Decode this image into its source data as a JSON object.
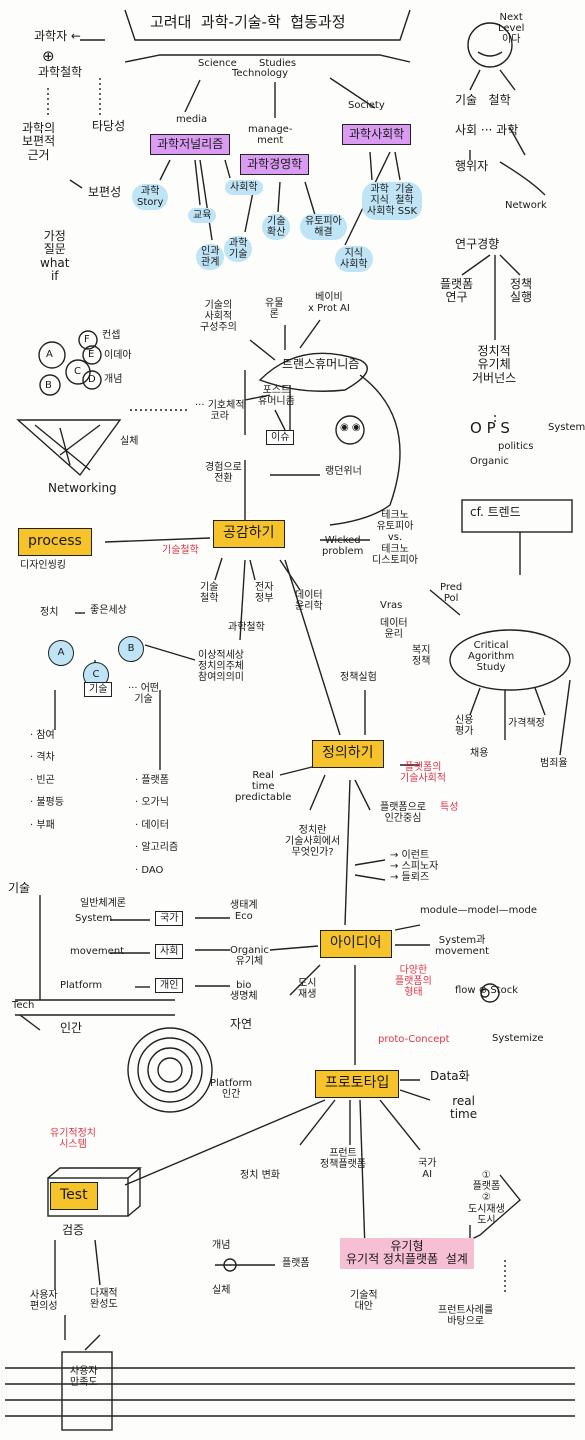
{
  "header": {
    "title": "고려대  과학-기술-학  협동과정",
    "sts_line1": "Science       Studies",
    "sts_line2": "Technology"
  },
  "nodes": {
    "scientist": "과학자 ←",
    "plus_symbol": "⊕",
    "philosophy_of_science": "과학철학",
    "validity": "타당성",
    "rational_basis": "과학의\n보편적\n근거",
    "universality": "보편성",
    "hypothesis": "가정\n질문\nwhat\nif",
    "next_level": "Next\nLevel\n이다",
    "tech_philosophy": "기술   철학",
    "society_science": "사회 ··· 과학",
    "scientist_right": "행위자",
    "network": "Network"
  },
  "branches": {
    "media": {
      "label": "media",
      "node": "과학저널리즘",
      "items": [
        "과학\nStory",
        "교육",
        "사회학",
        "인과\n관계"
      ]
    },
    "management": {
      "label": "manage-\nment",
      "node": "과학경영학",
      "items": [
        "과학\n기술",
        "기술\n확산",
        "유토피아\n해결"
      ]
    },
    "society": {
      "label": "Society",
      "node": "과학사회학",
      "items": [
        "과학  기술\n지식  철학\n사회학 SSK",
        "지식\n사회학"
      ]
    }
  },
  "research": {
    "title": "연구경향",
    "platform": "플랫폼\n연구",
    "policy": "정책\n실행",
    "governance": "정치적\n유기체\n거버넌스",
    "ops": "O P S",
    "system": "System",
    "politics": "politics",
    "organic": "Organic"
  },
  "concepts": {
    "a": "A",
    "f": "F",
    "e": "E",
    "b": "B",
    "c": "C",
    "d": "D",
    "concept": "컨셉",
    "idea": "이데아",
    "concept_b": "개념",
    "entity": "실체",
    "networking": "Networking",
    "chora": "··· 기호체적\n코라"
  },
  "tree": {
    "social_constructivism": "기술의\n사회적\n구성주의",
    "materialism": "유물\n론",
    "protagoras": "베이비\nx Prot AI",
    "transhumanism": "트랜스휴머니즘",
    "posthumanism": "포스트\n휴머니즘",
    "issue": "이슈",
    "experience_shift": "경험으로\n전환",
    "langdon_winner": "랭던위너",
    "face_icon": "◉ ◉"
  },
  "process": {
    "label": "process",
    "design_thinking": "디자인씽킹",
    "empathize": "공감하기",
    "tech_society": "기술철학",
    "wicked_problem": "Wicked\nproblem",
    "tech_philosophy": "기술\n철학",
    "electronic_gov": "전자\n정부",
    "data_ethics": "데이터\n윤리학",
    "philosophy_of_science": "과학철학"
  },
  "trend": {
    "techno_utopia": "테크노\n유토피아\nvs.\n테크노\n디스토피아",
    "label": "cf. 트렌드",
    "predpol": "Pred\nPol",
    "vras": "Vras",
    "data_ownership": "데이터\n윤리",
    "welfare_policy": "복지\n정책",
    "critical_algorithm": "Critical\nAgorithm\nStudy",
    "credit_rating": "신용\n평가",
    "price_setting": "가격책정",
    "crime_prediction": "범죄율",
    "hiring": "채용"
  },
  "politics": {
    "politics": "정치",
    "better_world": "좋은세상",
    "a": "A",
    "c": "C",
    "b": "B",
    "technology": "기술",
    "what_technology": "··· 어떤\n기술",
    "ideal_world": "이상적세상\n정치의주체\n참여의의미",
    "values": "· 참여\n\n· 격차\n\n· 빈곤\n\n· 불평등\n\n· 부패",
    "components": "· 플랫폼\n\n· 오가닉\n\n· 데이터\n\n· 알고리즘\n\n· DAO"
  },
  "define": {
    "policy_experiment": "정책실험",
    "label": "정의하기",
    "real_time": "Real\ntime\npredictable",
    "platform_society": "플랫폼의\n기술사회적",
    "platform_traits": "플랫폼으로\n인간중심",
    "traits": "특성",
    "politics_in_tech": "정치란\n기술사회에서\n무엇인가?",
    "stakeholders": "→ 이런트\n→ 스피노자\n→ 들뢰즈"
  },
  "idea": {
    "tech_vertical": "기술",
    "general_system": "일반체계론",
    "system": "System",
    "nation": "국가",
    "movement": "movement",
    "society": "사회",
    "platform": "Platform",
    "individual": "개인",
    "ecosystem": "생태계\nEco",
    "organic": "Organic\n유기체",
    "bio": "bio\n생명체",
    "regeneration": "도시\n재생",
    "nature": "자연",
    "human": "인간",
    "tech_label": "Tech",
    "label": "아이디어",
    "diverse_platform": "다양한\n플랫폼의\n형태",
    "module_model": "module—model—mode",
    "system_movement": "System과\nmovement",
    "flow_stock": "flow ⊕ Stock",
    "proto_concept": "proto-Concept",
    "systemize": "Systemize"
  },
  "proto": {
    "platform_human": "Platform\n인간",
    "label": "프로토타입",
    "data": "Data화",
    "real_time": "real\ntime",
    "political_change": "정치 변화",
    "frontier": "프런트\n정책플랫폼",
    "nation_ai": "국가\nAI"
  },
  "test": {
    "organic_system": "유기적정치\n시스템",
    "label": "Test",
    "verification": "검증",
    "usability": "사용자\n편의성",
    "completeness": "다재적\n완성도",
    "satisfaction": "사용자\n만족도"
  },
  "design": {
    "concept": "개념",
    "platform": "플랫폼",
    "entity": "실체",
    "organic_design": "유기형\n유기적 정치플랫폼  설계",
    "tech_alternative": "기술적\n대안",
    "based_on_frontier": "프런트사례를\n바탕으로",
    "platform_list": "①\n플랫폼\n②\n도시재생\n도시"
  }
}
